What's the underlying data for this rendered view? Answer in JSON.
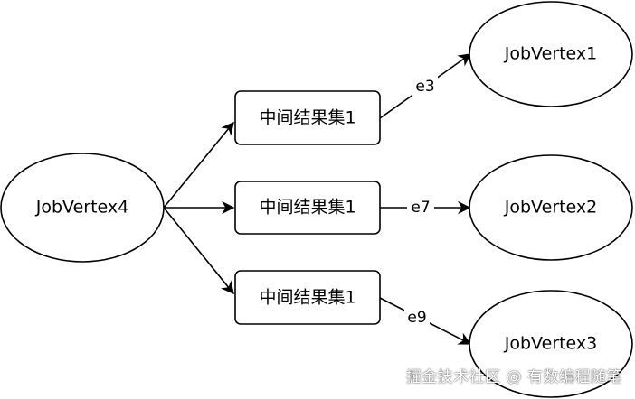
{
  "nodes": {
    "source": "JobVertex4",
    "results": [
      "中间结果集1",
      "中间结果集1",
      "中间结果集1"
    ],
    "targets": [
      "JobVertex1",
      "JobVertex2",
      "JobVertex3"
    ]
  },
  "edge_labels": [
    "e3",
    "e7",
    "e9"
  ],
  "watermark": "掘金技术社区 @ 有数编程随笔"
}
